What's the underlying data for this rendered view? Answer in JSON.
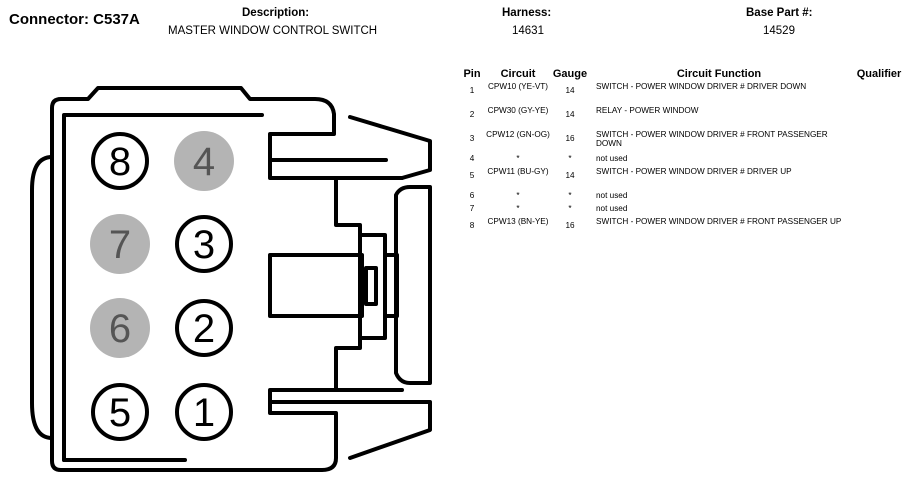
{
  "header": {
    "connector": "Connector: C537A",
    "description_label": "Description:",
    "description_value": "MASTER WINDOW CONTROL SWITCH",
    "harness_label": "Harness:",
    "harness_value": "14631",
    "base_part_label": "Base Part #:",
    "base_part_value": "14529"
  },
  "table": {
    "columns": [
      "Pin",
      "Circuit",
      "Gauge",
      "Circuit Function",
      "Qualifier"
    ],
    "rows": [
      {
        "pin": "1",
        "circuit": "CPW10 (YE-VT)",
        "gauge": "14",
        "function": "SWITCH - POWER WINDOW DRIVER # DRIVER DOWN",
        "qualifier": ""
      },
      {
        "pin": "2",
        "circuit": "CPW30 (GY-YE)",
        "gauge": "14",
        "function": "RELAY - POWER WINDOW",
        "qualifier": ""
      },
      {
        "pin": "3",
        "circuit": "CPW12 (GN-OG)",
        "gauge": "16",
        "function": "SWITCH - POWER WINDOW DRIVER # FRONT PASSENGER DOWN",
        "qualifier": ""
      },
      {
        "pin": "4",
        "circuit": "*",
        "gauge": "*",
        "function": "not used",
        "qualifier": ""
      },
      {
        "pin": "5",
        "circuit": "CPW11 (BU-GY)",
        "gauge": "14",
        "function": "SWITCH - POWER WINDOW DRIVER # DRIVER UP",
        "qualifier": ""
      },
      {
        "pin": "6",
        "circuit": "*",
        "gauge": "*",
        "function": "not used",
        "qualifier": ""
      },
      {
        "pin": "7",
        "circuit": "*",
        "gauge": "*",
        "function": "not used",
        "qualifier": ""
      },
      {
        "pin": "8",
        "circuit": "CPW13 (BN-YE)",
        "gauge": "16",
        "function": "SWITCH - POWER WINDOW DRIVER # FRONT PASSENGER UP",
        "qualifier": ""
      }
    ]
  },
  "diagram": {
    "pins": [
      {
        "label": "8",
        "used": true
      },
      {
        "label": "4",
        "used": false
      },
      {
        "label": "7",
        "used": false
      },
      {
        "label": "3",
        "used": true
      },
      {
        "label": "6",
        "used": false
      },
      {
        "label": "2",
        "used": true
      },
      {
        "label": "5",
        "used": true
      },
      {
        "label": "1",
        "used": true
      }
    ],
    "colors": {
      "used_fill": "#ffffff",
      "unused_fill": "#b4b4b4",
      "used_text": "#000000",
      "unused_text": "#555555",
      "stroke": "#000000"
    }
  }
}
